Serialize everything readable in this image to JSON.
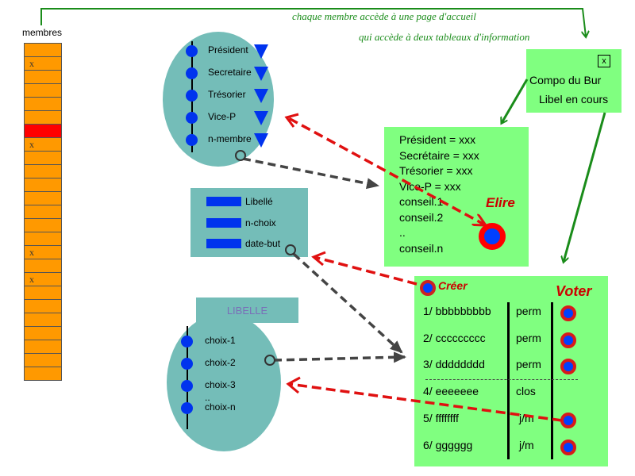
{
  "captions": {
    "line1": "chaque membre accède à une page d'accueil",
    "line2": "qui accède à deux tableaux d'information"
  },
  "members": {
    "title": "membres",
    "cells": [
      "",
      "x",
      "",
      "",
      "",
      "",
      "",
      "x",
      "",
      "",
      "",
      "",
      "",
      "",
      "",
      "x",
      "",
      "x",
      "",
      "",
      "",
      "",
      "",
      "",
      ""
    ],
    "selected_index": 6
  },
  "roles_ellipse": {
    "items": [
      "Président",
      "Secretaire",
      "Trésorier",
      "Vice-P",
      "n-membre"
    ]
  },
  "header_box": {
    "close": "x",
    "line1": "Compo du Bur",
    "line2": "Libel en cours"
  },
  "bureau_box": {
    "lines": [
      "Président = xxx",
      "Secrétaire = xxx",
      "Trésorier = xxx",
      "Vice-P = xxx",
      "conseil.1",
      "conseil.2",
      "..",
      "conseil.n"
    ],
    "action": "Elire"
  },
  "form_box": {
    "fields": [
      "Libellé",
      "n-choix",
      "date-but"
    ]
  },
  "libelle_box": {
    "title": "LIBELLE"
  },
  "choices_ellipse": {
    "items": [
      "choix-1",
      "choix-2",
      "choix-3",
      "..",
      "choix-n"
    ]
  },
  "vote_box": {
    "create": "Créer",
    "action": "Voter",
    "rows": [
      {
        "label": "1/ bbbbbbbbb",
        "status": "perm",
        "vote": true
      },
      {
        "label": "2/ ccccccccc",
        "status": "perm",
        "vote": true
      },
      {
        "label": "3/ dddddddd",
        "status": "perm",
        "vote": true
      },
      {
        "label": "4/ eeeeeee",
        "status": "clos",
        "vote": false
      },
      {
        "label": "5/ ffffffff",
        "status": "j/m",
        "vote": true
      },
      {
        "label": "6/  gggggg",
        "status": "j/m",
        "vote": true
      }
    ]
  },
  "colors": {
    "accent_green": "#1a8c1a",
    "box_green": "#80ff80",
    "teal": "#74bdb8",
    "member_orange": "#ff9900",
    "member_selected": "#ff0000",
    "action_red": "#cc0000",
    "dot_blue": "#0033ee"
  }
}
